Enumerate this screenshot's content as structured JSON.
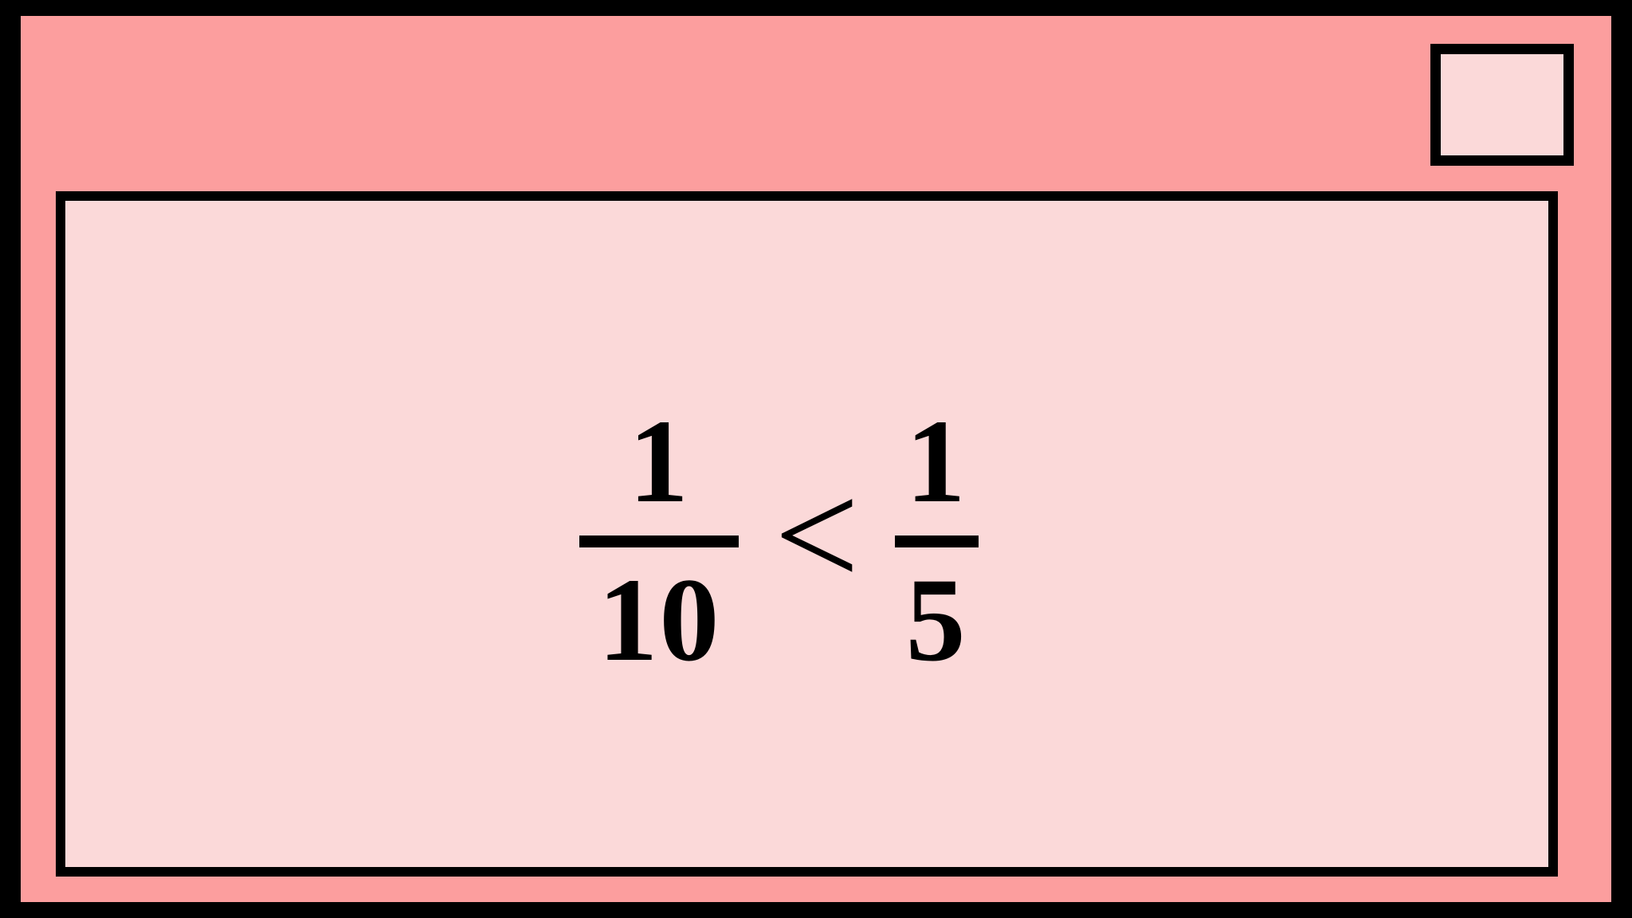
{
  "window": {
    "surface_color": "#fc9e9e",
    "frame_color": "#000000",
    "panel_color": "#fbd9d9"
  },
  "header": {
    "button_label": ""
  },
  "content": {
    "expression": {
      "left_fraction": {
        "numerator": "1",
        "denominator": "10"
      },
      "operator": "<",
      "right_fraction": {
        "numerator": "1",
        "denominator": "5"
      }
    }
  }
}
